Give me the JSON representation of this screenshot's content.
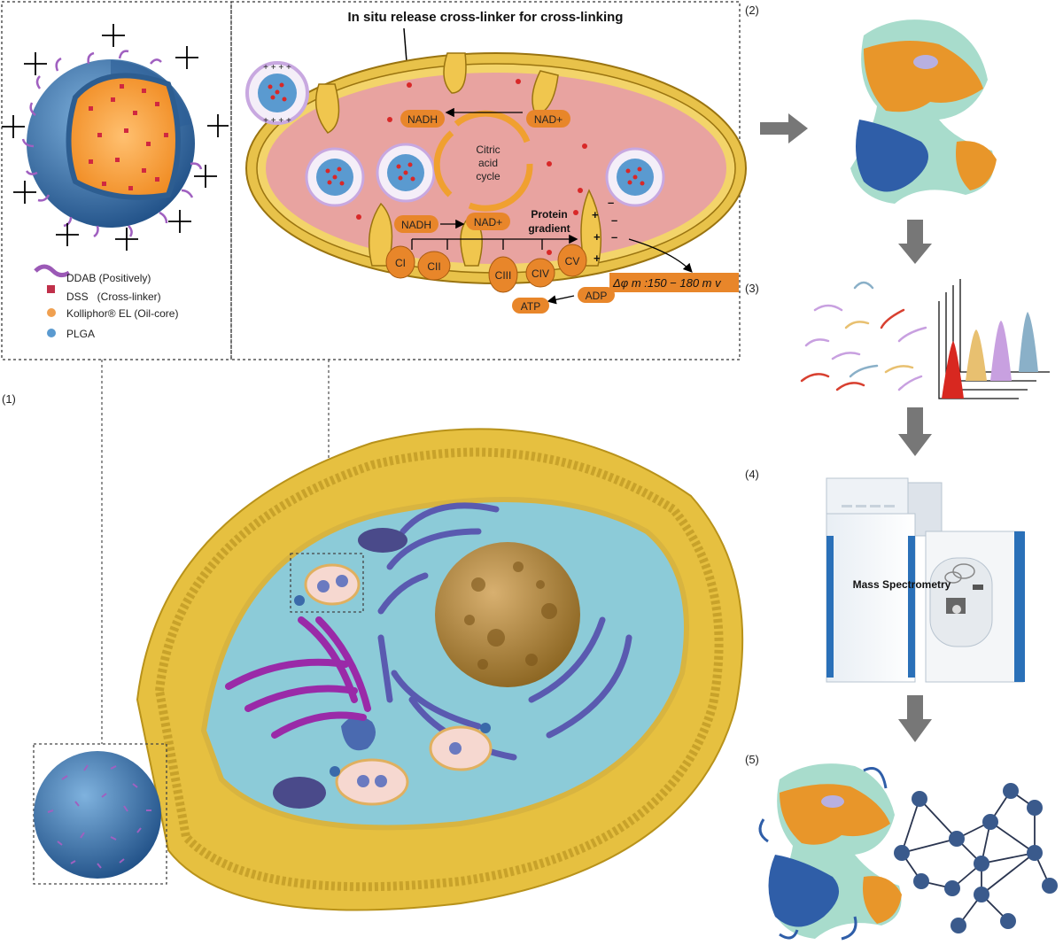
{
  "panel_labels": {
    "p1": "(1)",
    "p2": "(2)",
    "p3": "(3)",
    "p4": "(4)",
    "p5": "(5)"
  },
  "legend": [
    {
      "label": "DDAB (Positively)",
      "color": "#9b59b6",
      "icon": "ddab-lipid-icon"
    },
    {
      "label": "DSS   (Cross-linker)",
      "color": "#c0304a",
      "icon": "dss-square-icon"
    },
    {
      "label": "Kolliphor® EL (Oil-core)",
      "color": "#f0a050",
      "icon": "kolliphor-dot-icon"
    },
    {
      "label": "PLGA",
      "color": "#5a9ad0",
      "icon": "plga-dot-icon"
    }
  ],
  "mitochondrion": {
    "title": "In situ release cross-linker for cross-linking",
    "cycle_line1": "Citric",
    "cycle_line2": "acid",
    "cycle_line3": "cycle",
    "nadh_top": "NADH",
    "nad_top": "NAD+",
    "nadh_bottom": "NADH",
    "nad_bottom": "NAD+",
    "gradient_line1": "Protein",
    "gradient_line2": "gradient",
    "complexes": [
      "CI",
      "CII",
      "CIII",
      "CIV",
      "CV"
    ],
    "atp": "ATP",
    "adp": "ADP",
    "potential": "Δφ m :150 − 180 m v"
  },
  "mass_spec_label": "Mass Spectrometry",
  "colors": {
    "protein_orange": "#e8962a",
    "protein_teal": "#a8dccc",
    "protein_blue": "#2f5ea8",
    "membrane_yellow": "#e8c24a",
    "matrix_pink": "#e8a3a0",
    "arrow_gray": "#777777",
    "network_node": "#3a5a8c"
  }
}
